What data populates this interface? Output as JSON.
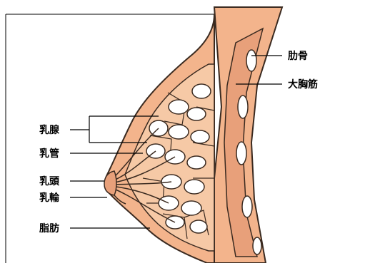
{
  "labels": {
    "rib": "肋骨",
    "pectoralis": "大胸筋",
    "lobules": "乳腺",
    "duct": "乳管",
    "nipple": "乳頭",
    "areola": "乳輪",
    "fat": "脂肪"
  },
  "colors": {
    "skin": "#f3b48c",
    "fat": "#f6c9a6",
    "muscle": "#e8a07a",
    "gland": "#ffffff",
    "outline": "#3a2a20",
    "line": "#000000"
  }
}
